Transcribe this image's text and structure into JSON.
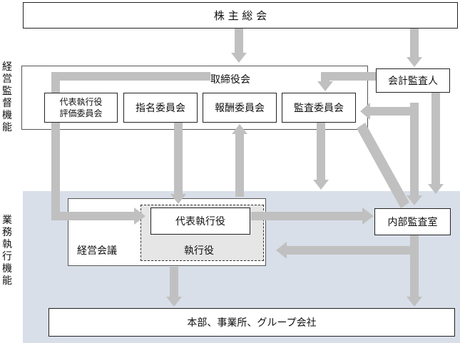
{
  "diagram": {
    "side_labels": {
      "oversight": "経営監督機能",
      "execution": "業務執行機能"
    },
    "shareholders_meeting": "株 主 総 会",
    "board_of_directors": "取締役会",
    "committees": {
      "rep_eval_line1": "代表執行役",
      "rep_eval_line2": "評価委員会",
      "nomination": "指名委員会",
      "compensation": "報酬委員会",
      "audit": "監査委員会"
    },
    "accounting_auditor": "会計監査人",
    "management_meeting": "経営会議",
    "representative_executive_officer": "代表執行役",
    "executive_officers": "執行役",
    "internal_audit_office": "内部監査室",
    "group_companies": "本部、事業所、グループ会社",
    "colors": {
      "arrow": "#c0c0c0",
      "band": "#d9dfe9",
      "border": "#222222"
    }
  }
}
